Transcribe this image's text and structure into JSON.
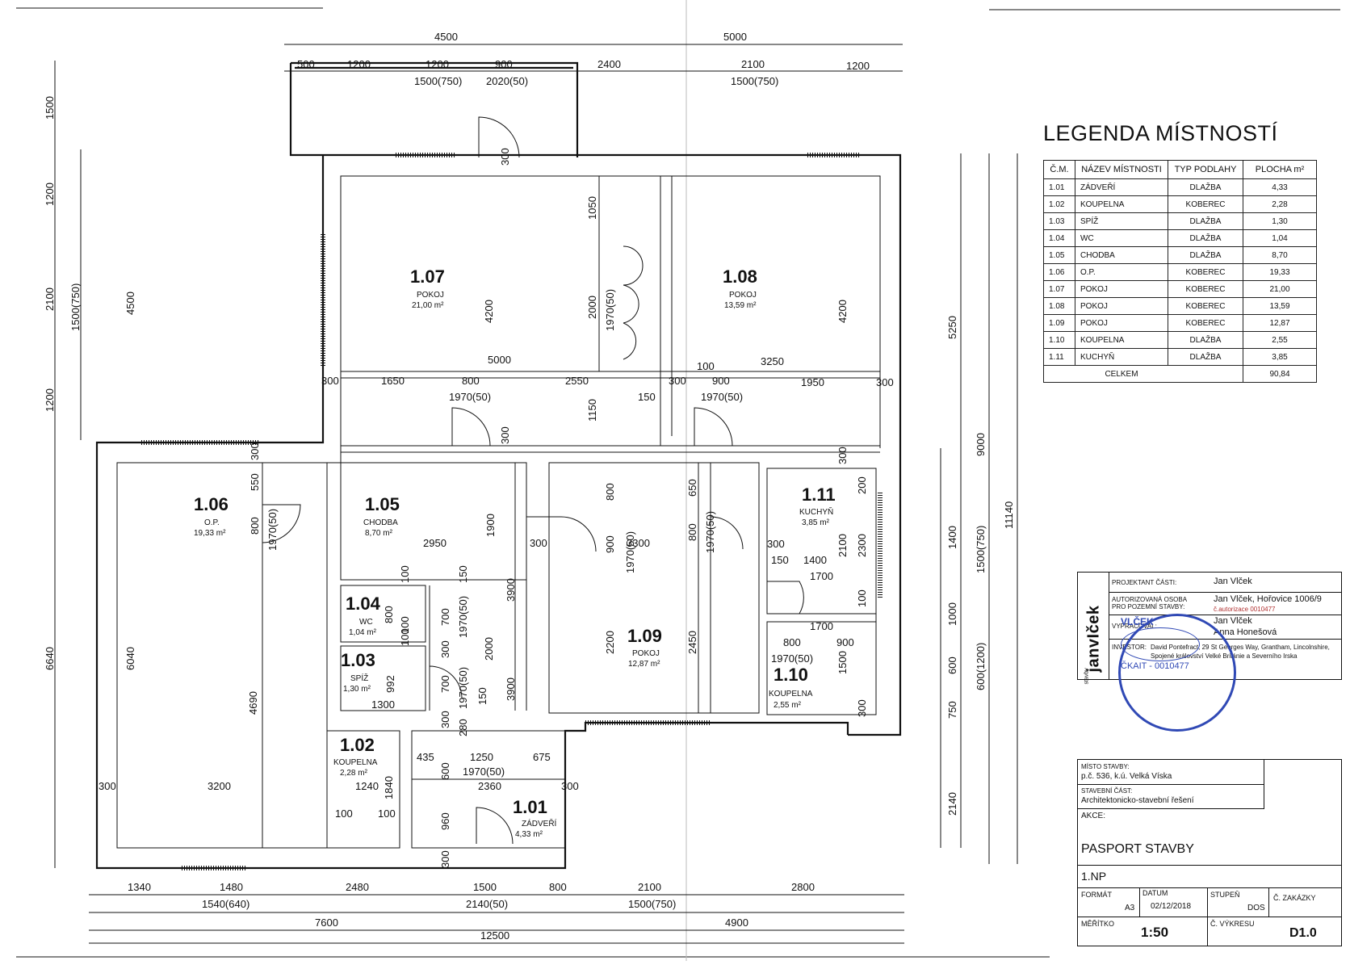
{
  "legend": {
    "title": "LEGENDA MÍSTNOSTÍ",
    "headers": [
      "Č.M.",
      "NÁZEV MÍSTNOSTI",
      "TYP PODLAHY",
      "PLOCHA m²"
    ],
    "rows": [
      [
        "1.01",
        "ZÁDVEŘÍ",
        "DLAŽBA",
        "4,33"
      ],
      [
        "1.02",
        "KOUPELNA",
        "KOBEREC",
        "2,28"
      ],
      [
        "1.03",
        "SPÍŽ",
        "DLAŽBA",
        "1,30"
      ],
      [
        "1.04",
        "WC",
        "DLAŽBA",
        "1,04"
      ],
      [
        "1.05",
        "CHODBA",
        "DLAŽBA",
        "8,70"
      ],
      [
        "1.06",
        "O.P.",
        "KOBEREC",
        "19,33"
      ],
      [
        "1.07",
        "POKOJ",
        "KOBEREC",
        "21,00"
      ],
      [
        "1.08",
        "POKOJ",
        "KOBEREC",
        "13,59"
      ],
      [
        "1.09",
        "POKOJ",
        "KOBEREC",
        "12,87"
      ],
      [
        "1.10",
        "KOUPELNA",
        "DLAŽBA",
        "2,55"
      ],
      [
        "1.11",
        "KUCHYŇ",
        "DLAŽBA",
        "3,85"
      ]
    ],
    "total_label": "CELKEM",
    "total_value": "90,84"
  },
  "rooms": [
    {
      "id": "1.07",
      "name": "POKOJ",
      "area": "21,00 m²"
    },
    {
      "id": "1.08",
      "name": "POKOJ",
      "area": "13,59 m²"
    },
    {
      "id": "1.06",
      "name": "O.P.",
      "area": "19,33 m²"
    },
    {
      "id": "1.05",
      "name": "CHODBA",
      "area": "8,70 m²"
    },
    {
      "id": "1.11",
      "name": "KUCHYŇ",
      "area": "3,85 m²"
    },
    {
      "id": "1.04",
      "name": "WC",
      "area": "1,04 m²"
    },
    {
      "id": "1.03",
      "name": "SPÍŽ",
      "area": "1,30 m²"
    },
    {
      "id": "1.09",
      "name": "POKOJ",
      "area": "12,87 m²"
    },
    {
      "id": "1.10",
      "name": "KOUPELNA",
      "area": "2,55 m²"
    },
    {
      "id": "1.02",
      "name": "KOUPELNA",
      "area": "2,28 m²"
    },
    {
      "id": "1.01",
      "name": "ZÁDVEŘÍ",
      "area": "4,33 m²"
    }
  ],
  "dimensions": {
    "top": [
      "4500",
      "5000",
      "500",
      "1200",
      "1200",
      "900",
      "2400",
      "2100",
      "1200",
      "1500(750)",
      "2020(50)",
      "1500(750)"
    ],
    "left": [
      "1500",
      "1200",
      "2100",
      "1500(750)",
      "4500",
      "1200",
      "6640",
      "6040",
      "4690"
    ],
    "right": [
      "5250",
      "9000",
      "11140",
      "1400",
      "1500(750)",
      "1000",
      "600",
      "600(1200)",
      "750",
      "2140"
    ],
    "bottom": [
      "1340",
      "1480",
      "2480",
      "1500",
      "800",
      "2100",
      "2800",
      "1540(640)",
      "2140(50)",
      "1500(750)",
      "7600",
      "4900",
      "12500"
    ],
    "interior": [
      "300",
      "1650",
      "800",
      "2550",
      "150",
      "300",
      "100",
      "900",
      "3250",
      "1950",
      "300",
      "1970(50)",
      "1970(50)",
      "5000",
      "1050",
      "2000",
      "1970(50)",
      "4200",
      "4200",
      "1150",
      "300",
      "300",
      "300",
      "550",
      "800",
      "1970(50)",
      "2950",
      "1900",
      "3900",
      "300",
      "800",
      "900",
      "1970(50)",
      "3300",
      "800",
      "650",
      "1970(50)",
      "300",
      "150",
      "1400",
      "2100",
      "2300",
      "200",
      "300",
      "1700",
      "100",
      "1700",
      "800",
      "900",
      "1970(50)",
      "1500",
      "300",
      "2200",
      "3900",
      "2450",
      "100",
      "100",
      "800",
      "700",
      "1970(50)",
      "300",
      "2000",
      "150",
      "100",
      "992",
      "1300",
      "700",
      "1970(50)",
      "150",
      "300",
      "280",
      "435",
      "1250",
      "675",
      "600",
      "1970(50)",
      "2360",
      "300",
      "1240",
      "1840",
      "100",
      "100",
      "960",
      "300",
      "3200",
      "300"
    ]
  },
  "titleblock": {
    "brand": "janvIček",
    "brand_small": "stavby",
    "projektant_label": "PROJEKTANT ČÁSTI:",
    "projektant_value": "Jan Vlček",
    "autorizovana_label": "AUTORIZOVANÁ OSOBA PRO POZEMNÍ STAVBY:",
    "autorizovana_value": "Jan Vlček, Hořovice 1006/9",
    "autorizace": "č.autorizace 0010477",
    "vypracoval_label": "VYPRACOVAL:",
    "vypracoval_1": "Jan Vlček",
    "vypracoval_2": "Anna Honešová",
    "investor_label": "INVESTOR:",
    "investor_value": "David Pontefract, 29 St Georges Way, Grantham, Lincolnshire, Spojené království Velké Británie a Severního Irska",
    "misto_label": "MÍSTO STAVBY:",
    "misto_value": "p.č. 536, k.ú. Velká Víska",
    "cast_label": "STAVEBNÍ ČÁST:",
    "cast_value": "Architektonicko-stavební řešení",
    "akce_label": "AKCE:",
    "akce_value": "PASPORT STAVBY",
    "podlazi": "1.NP",
    "format_label": "FORMÁT",
    "format_value": "A3",
    "datum_label": "DATUM",
    "datum_value": "02/12/2018",
    "stupen_label": "STUPEŇ",
    "stupen_value": "DOS",
    "zakazky_label": "Č. ZAKÁZKY",
    "meritko_label": "MĚŘÍTKO",
    "meritko_value": "1:50",
    "vykres_label": "Č. VÝKRESU",
    "vykres_value": "D1.0"
  },
  "stamp": {
    "text_1": "VLČEK",
    "text_2": "ČKAIT - 0010477"
  },
  "colors": {
    "ink": "#111111",
    "stamp": "#3049b5",
    "sig": "#6a77c8"
  }
}
